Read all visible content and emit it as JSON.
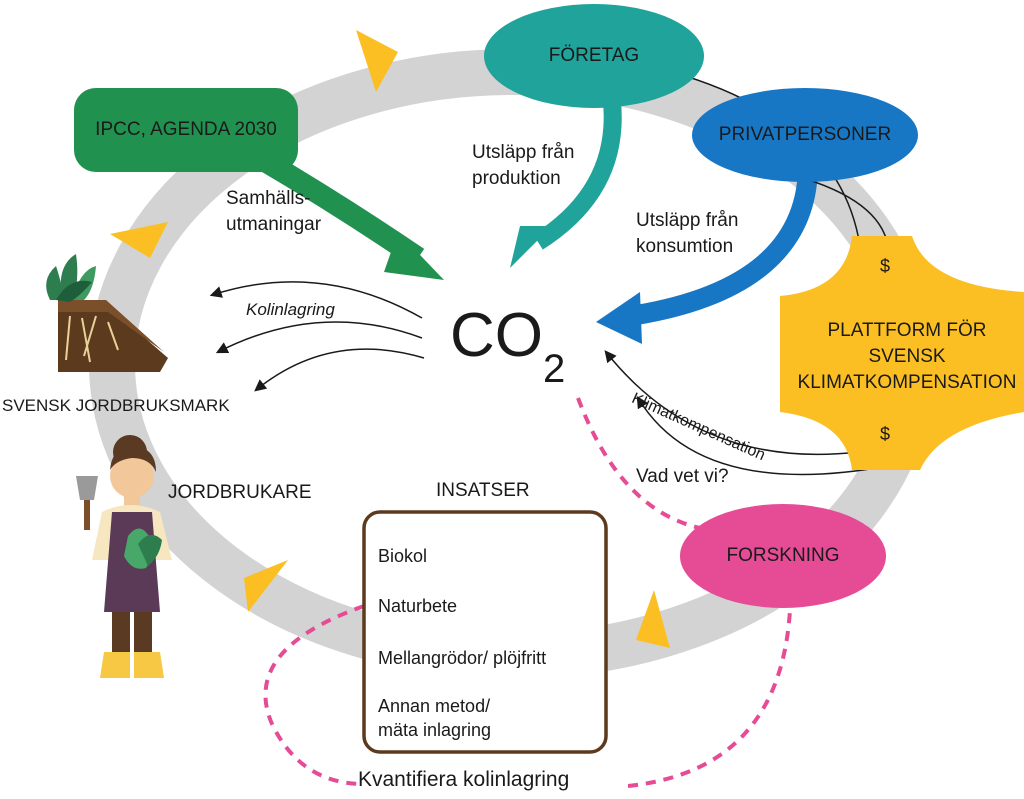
{
  "nodes": {
    "ipcc": "IPCC, AGENDA 2030",
    "foretag": "FÖRETAG",
    "privatpersoner": "PRIVATPERSONER",
    "plattform_line1": "PLATTFORM FÖR",
    "plattform_line2": "SVENSK",
    "plattform_line3": "KLIMATKOMPENSATION",
    "forskning": "FORSKNING",
    "jordbruksmark": "SVENSK JORDBRUKSMARK",
    "jordbrukare": "JORDBRUKARE",
    "co2_main": "CO",
    "co2_sub": "2"
  },
  "edge_labels": {
    "samhalls_line1": "Samhälls-",
    "samhalls_line2": "utmaningar",
    "produktion_line1": "Utsläpp från",
    "produktion_line2": "produktion",
    "konsumtion_line1": "Utsläpp från",
    "konsumtion_line2": "konsumtion",
    "kolinlagring": "Kolinlagring",
    "klimatkompensation": "Klimatkompensation",
    "vad_vet_vi": "Vad vet vi?",
    "kvantifiera": "Kvantifiera kolinlagring",
    "dollar_top": "$",
    "dollar_bottom": "$"
  },
  "insatser": {
    "title": "INSATSER",
    "items": [
      "Biokol",
      "Naturbete",
      "Mellangrödor/ plöjfritt",
      "Annan metod/",
      "mäta inlagring"
    ]
  },
  "colors": {
    "cycle_ring": "#d3d3d3",
    "ring_arrows": "#fbbf24",
    "green": "#219150",
    "teal": "#1fa39b",
    "blue": "#1877c5",
    "yellow": "#fbbf24",
    "pink": "#e64c96",
    "brown": "#5c3a1e"
  }
}
